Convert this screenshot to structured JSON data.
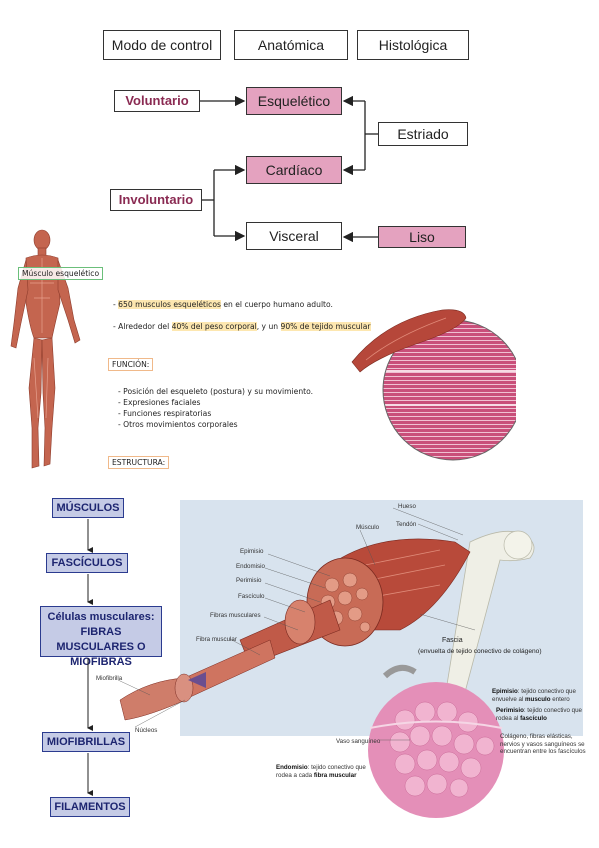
{
  "headers": [
    "Modo de control",
    "Anatómica",
    "Histológica"
  ],
  "classification": {
    "voluntario": "Voluntario",
    "involuntario": "Involuntario",
    "esqueletico": "Esquelético",
    "cardiaco": "Cardíaco",
    "visceral": "Visceral",
    "estriado": "Estriado",
    "liso": "Liso"
  },
  "muscle_label": "Músculo esquelético",
  "facts": {
    "f1_pre": "- ",
    "f1_hl": "650 musculos esqueléticos",
    "f1_post": " en el cuerpo humano adulto.",
    "f2_pre": "- Alrededor del ",
    "f2_hl1": "40% del peso corporal",
    "f2_mid": ", y un ",
    "f2_hl2": "90% de tejido muscular"
  },
  "funcion": {
    "title": "FUNCIÓN:",
    "items": [
      "- Posición del esqueleto (postura) y su movimiento.",
      "- Expresiones faciales",
      "- Funciones respiratorias",
      "- Otros movimientos corporales"
    ]
  },
  "estructura": "ESTRUCTURA:",
  "hierarchy": [
    "MÚSCULOS",
    "FASCÍCULOS",
    "Células musculares: FIBRAS MUSCULARES O MIOFIBRAS",
    "MIOFIBRILLAS",
    "FILAMENTOS"
  ],
  "labels": {
    "hueso": "Hueso",
    "tendon": "Tendón",
    "musculo": "Músculo",
    "epimisio": "Epimisio",
    "endomisio": "Endomisio",
    "perimisio": "Perimisio",
    "fasciculo": "Fascículo",
    "fibras": "Fibras musculares",
    "fibra": "Fibra muscular",
    "miofibrilla": "Miofibrilla",
    "nucleos": "Núcleos",
    "fascia": "Fascia",
    "fascia_sub": "(envuelta de tejido conectivo de colágeno)",
    "vaso": "Vaso sanguíneo"
  },
  "bottom": {
    "epi_b": "Epimisio",
    "epi_t": ": tejido conectivo que envuelve al ",
    "epi_b2": "musculo",
    "epi_t2": " entero",
    "peri_b": "Perimisio",
    "peri_t": ": tejido conectivo que rodea al ",
    "peri_b2": "fascículo",
    "col": "Colágeno, fibras elásticas, nervios y vasos sanguíneos se encuentran entre los fascículos",
    "endo_b": "Endomisio",
    "endo_t": ": tejido conectivo que rodea a cada ",
    "endo_b2": "fibra muscular"
  }
}
